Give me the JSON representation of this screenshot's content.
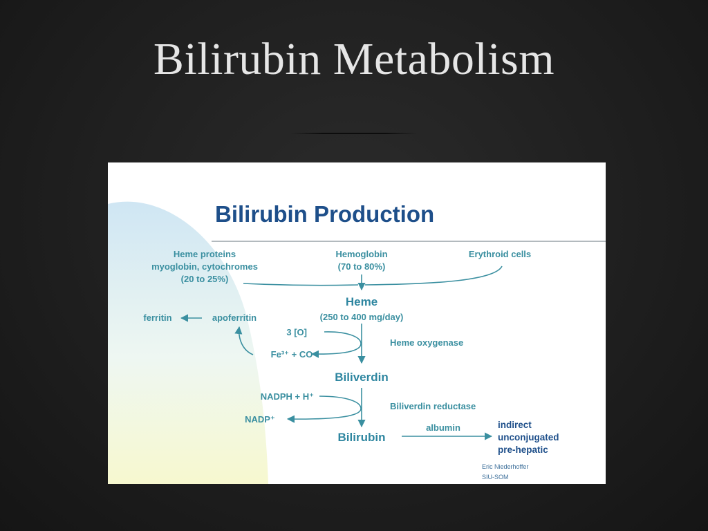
{
  "slide": {
    "title": "Bilirubin Metabolism"
  },
  "figure": {
    "heading": "Bilirubin Production",
    "sources": {
      "heme_proteins": [
        "Heme proteins",
        "myoglobin, cytochromes",
        "(20 to 25%)"
      ],
      "hemoglobin": [
        "Hemoglobin",
        "(70 to 80%)"
      ],
      "erythroid": "Erythroid cells"
    },
    "heme": {
      "label": "Heme",
      "amount": "(250 to 400 mg/day)"
    },
    "iron": {
      "ferritin": "ferritin",
      "apoferritin": "apoferritin",
      "fe_co": "Fe³⁺ + CO"
    },
    "oxygen": "3 [O]",
    "heme_oxygenase": "Heme oxygenase",
    "biliverdin": "Biliverdin",
    "nadph": "NADPH + H⁺",
    "nadp": "NADP⁺",
    "biliverdin_reductase": "Biliverdin reductase",
    "bilirubin": "Bilirubin",
    "albumin": "albumin",
    "result": [
      "indirect",
      "unconjugated",
      "pre-hepatic"
    ],
    "credit": [
      "Eric Niederhoffer",
      "SIU-SOM"
    ]
  }
}
